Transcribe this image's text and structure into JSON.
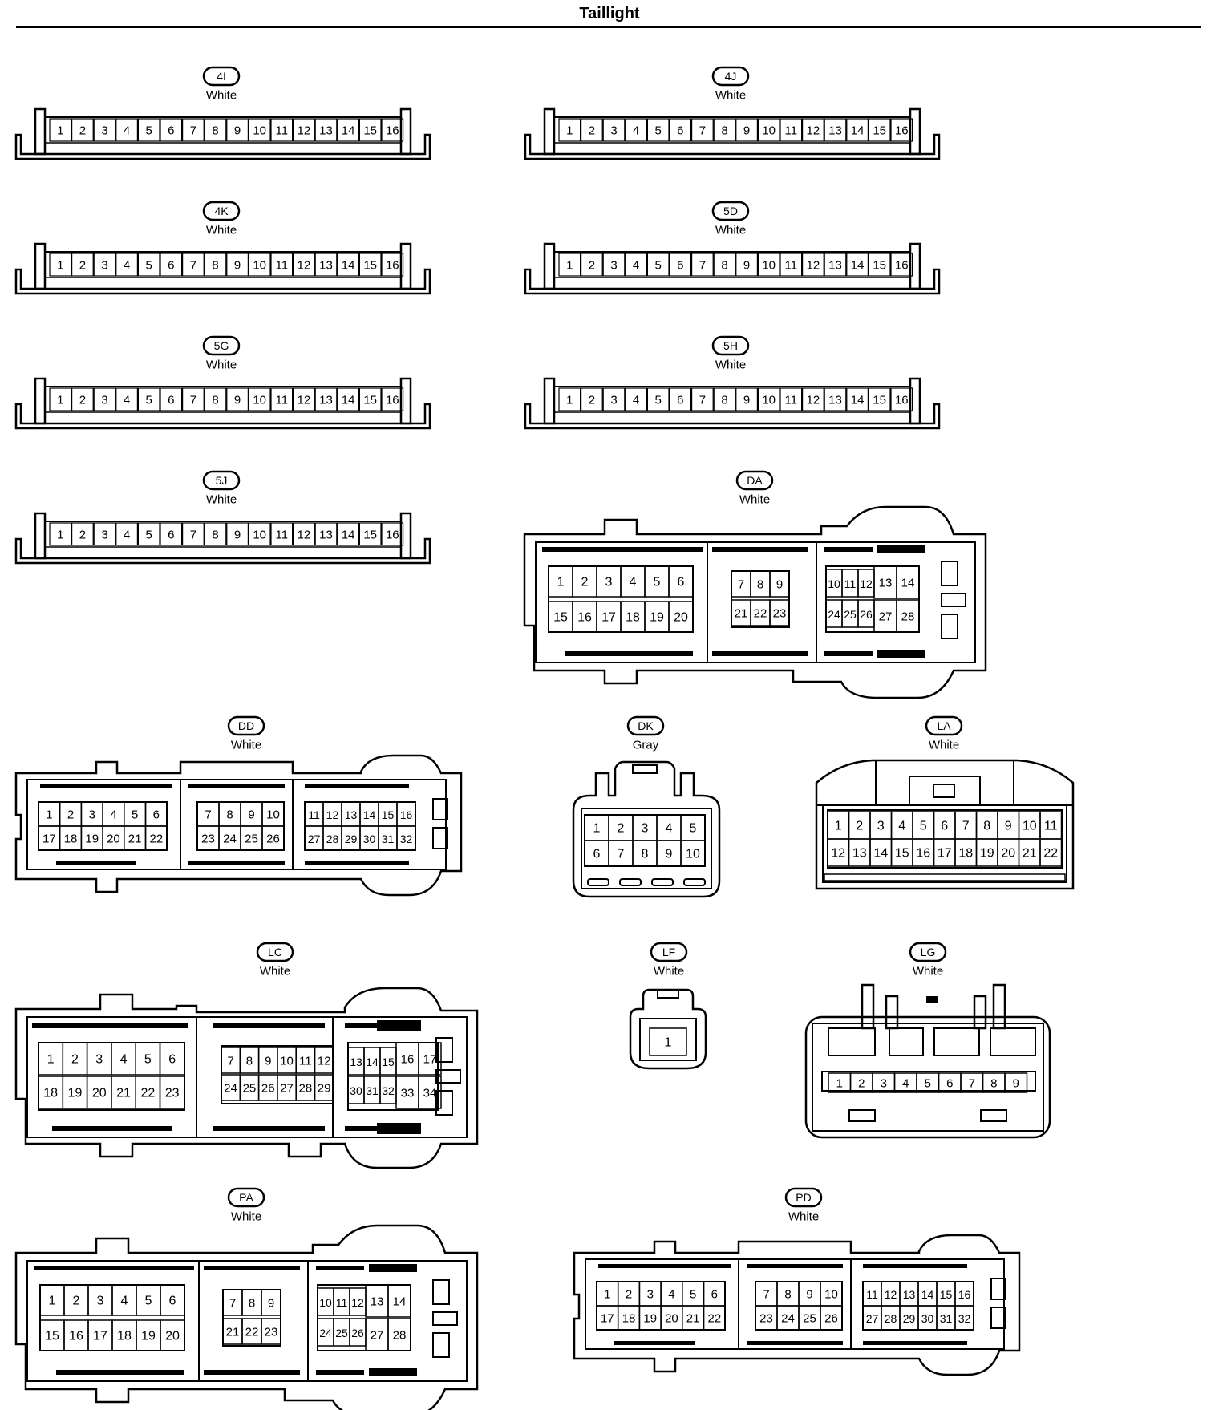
{
  "title": "Taillight",
  "connectors": [
    {
      "id": "4I",
      "color": "White",
      "type": "strip16"
    },
    {
      "id": "4J",
      "color": "White",
      "type": "strip16"
    },
    {
      "id": "4K",
      "color": "White",
      "type": "strip16"
    },
    {
      "id": "5D",
      "color": "White",
      "type": "strip16"
    },
    {
      "id": "5G",
      "color": "White",
      "type": "strip16"
    },
    {
      "id": "5H",
      "color": "White",
      "type": "strip16"
    },
    {
      "id": "5J",
      "color": "White",
      "type": "strip16"
    },
    {
      "id": "DA",
      "color": "White",
      "type": "block28"
    },
    {
      "id": "DD",
      "color": "White",
      "type": "block32"
    },
    {
      "id": "DK",
      "color": "Gray",
      "type": "block10"
    },
    {
      "id": "LA",
      "color": "White",
      "type": "block22"
    },
    {
      "id": "LC",
      "color": "White",
      "type": "block34"
    },
    {
      "id": "LF",
      "color": "White",
      "type": "single1"
    },
    {
      "id": "LG",
      "color": "White",
      "type": "block9"
    },
    {
      "id": "PA",
      "color": "White",
      "type": "block28"
    },
    {
      "id": "PD",
      "color": "White",
      "type": "block32"
    }
  ]
}
